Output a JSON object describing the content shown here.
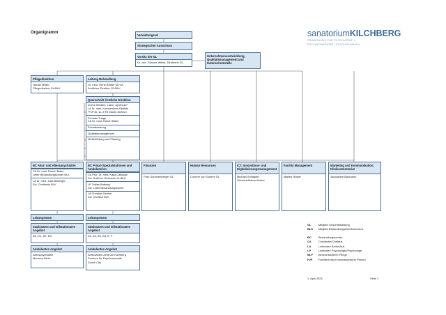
{
  "title": "Organigramm",
  "logo": {
    "word1": "sanatorium",
    "word2": "KILCHBERG",
    "sub1": "PRIVATKLINIK FÜR PSYCHIATRIE |",
    "sub2": "PSYCHOTHERAPIE | PSYCHOSOMATIK"
  },
  "top": {
    "verwaltungsrat": "Verwaltungsrat",
    "ausschuss": "Strategischer Ausschuss",
    "gl_title": "Vorsitz der GL",
    "gl_name": "Dr. oec. Simone Weiss, Direktorin GL",
    "stabs": "Unternehmensentwicklung, Qualitätsmanagement und Datenschutzstelle"
  },
  "pflege": {
    "title": "Pflegedirektion",
    "lines": [
      "Harald Müller",
      "Pflegedirektor GL/BLK"
    ]
  },
  "leitung": {
    "title": "Leitung Behandlung",
    "lines": [
      "Dr. med. René Bridler M.H.A.",
      "Ärztlicher Direktor GL/BLK"
    ]
  },
  "quer": {
    "title": "Querschnitt Ärztliche Direktion",
    "rows": [
      [
        "Innere Medizin, Labor, Apotheke*",
        "LA Dr. med. Konstantinos Pipilidis",
        "*FvP Dr. sc. ETH Maren Dietrich"
      ],
      [
        "Zentrale Triage",
        "CA Dr. med. Robert Maier"
      ],
      [
        "Sozialberatung"
      ],
      [
        "Qualitätsmanagement"
      ],
      [
        "Weiterbildung und Planung"
      ]
    ]
  },
  "bc_akut": {
    "title": "BC Akut- und Alterspsychiatrie",
    "rows": [
      [
        "CA Dr. med. Robert Maier",
        "Leiter Behandlungscenter BLK"
      ],
      [
        "LA Dr. med. Julia Bolsinger",
        "Stv. Chefärztin BLK"
      ]
    ]
  },
  "bc_privat": {
    "title": "BC Privat-/Spezialstationen und Ambulatorien",
    "rows": [
      [
        "CA Prof. Dr. med. Katja Cattapan",
        "Stv. Ärztliche Direktorin GL/BLK"
      ],
      [
        "LP Tobias Ballweg",
        "Stv. Leiter Behandlungscenter"
      ],
      [
        "LA Christian Seeher",
        "Stv. Chefarzt BLK"
      ]
    ]
  },
  "finanzen": {
    "title": "Finanzen",
    "lines": [
      "Felix Schönenberger GL"
    ]
  },
  "hr": {
    "title": "Human Resources",
    "lines": [
      "Corinne von Gunten GL"
    ]
  },
  "ict": {
    "title": "ICT, Innovations- und Digitalisierungsmanagement",
    "lines": [
      "Michael Schläpfer",
      "Sicherheitskoordinator"
    ]
  },
  "facility": {
    "title": "Facility Management",
    "lines": [
      "Marlen Rösler"
    ]
  },
  "marketing": {
    "title": "Marketing und Kommunikation, Klinikssekretariat",
    "lines": [
      "Jacqueline Baumann"
    ]
  },
  "akut_lower": {
    "leitungsteam": "Leitungsteam",
    "stationen_title": "Stationäres und teilstationäres Angebot",
    "stationen": "B3, D1, D2, D3",
    "ambulant_title": "Ambulantes Angebot",
    "ambulant": [
      "Alterspsychiatrie",
      "Memory-Klinik"
    ]
  },
  "privat_lower": {
    "leitungsteam": "Leitungsteam",
    "stationen_title": "Stationäres und teilstationäres Angebot",
    "stationen": "A2, A3, B2, B4, E, F",
    "ambulant_title": "Ambulantes Angebot",
    "ambulant": [
      "Ambulantes Zentrum Kilchberg",
      "Zentrum für Psychosomatik",
      "Zürich City"
    ]
  },
  "legend": {
    "group1": [
      {
        "k": "GL",
        "v": "Mitglied Geschäftsleitung"
      },
      {
        "k": "BLK",
        "v": "Mitglied Behandlungsleiterkonferenz"
      }
    ],
    "group2": [
      {
        "k": "BC",
        "v": "Behandlungscenter"
      },
      {
        "k": "CA",
        "v": "Chefärztin/Chefarzt"
      },
      {
        "k": "LA",
        "v": "Leitende/r Ärztin/Arzt"
      },
      {
        "k": "LP",
        "v": "Leitende/r Psychologin/Psychologe"
      },
      {
        "k": "BLP",
        "v": "Bereichsleiter/in Pflege"
      },
      {
        "k": "FvP",
        "v": "Fachtechnisch verantwortliche Person"
      }
    ]
  },
  "footer": {
    "date": "1. April 2025",
    "page": "Seite 1"
  },
  "colors": {
    "header_fill": "#d8e6f3",
    "border": "#4c6f90",
    "logo": "#3d6e99"
  }
}
